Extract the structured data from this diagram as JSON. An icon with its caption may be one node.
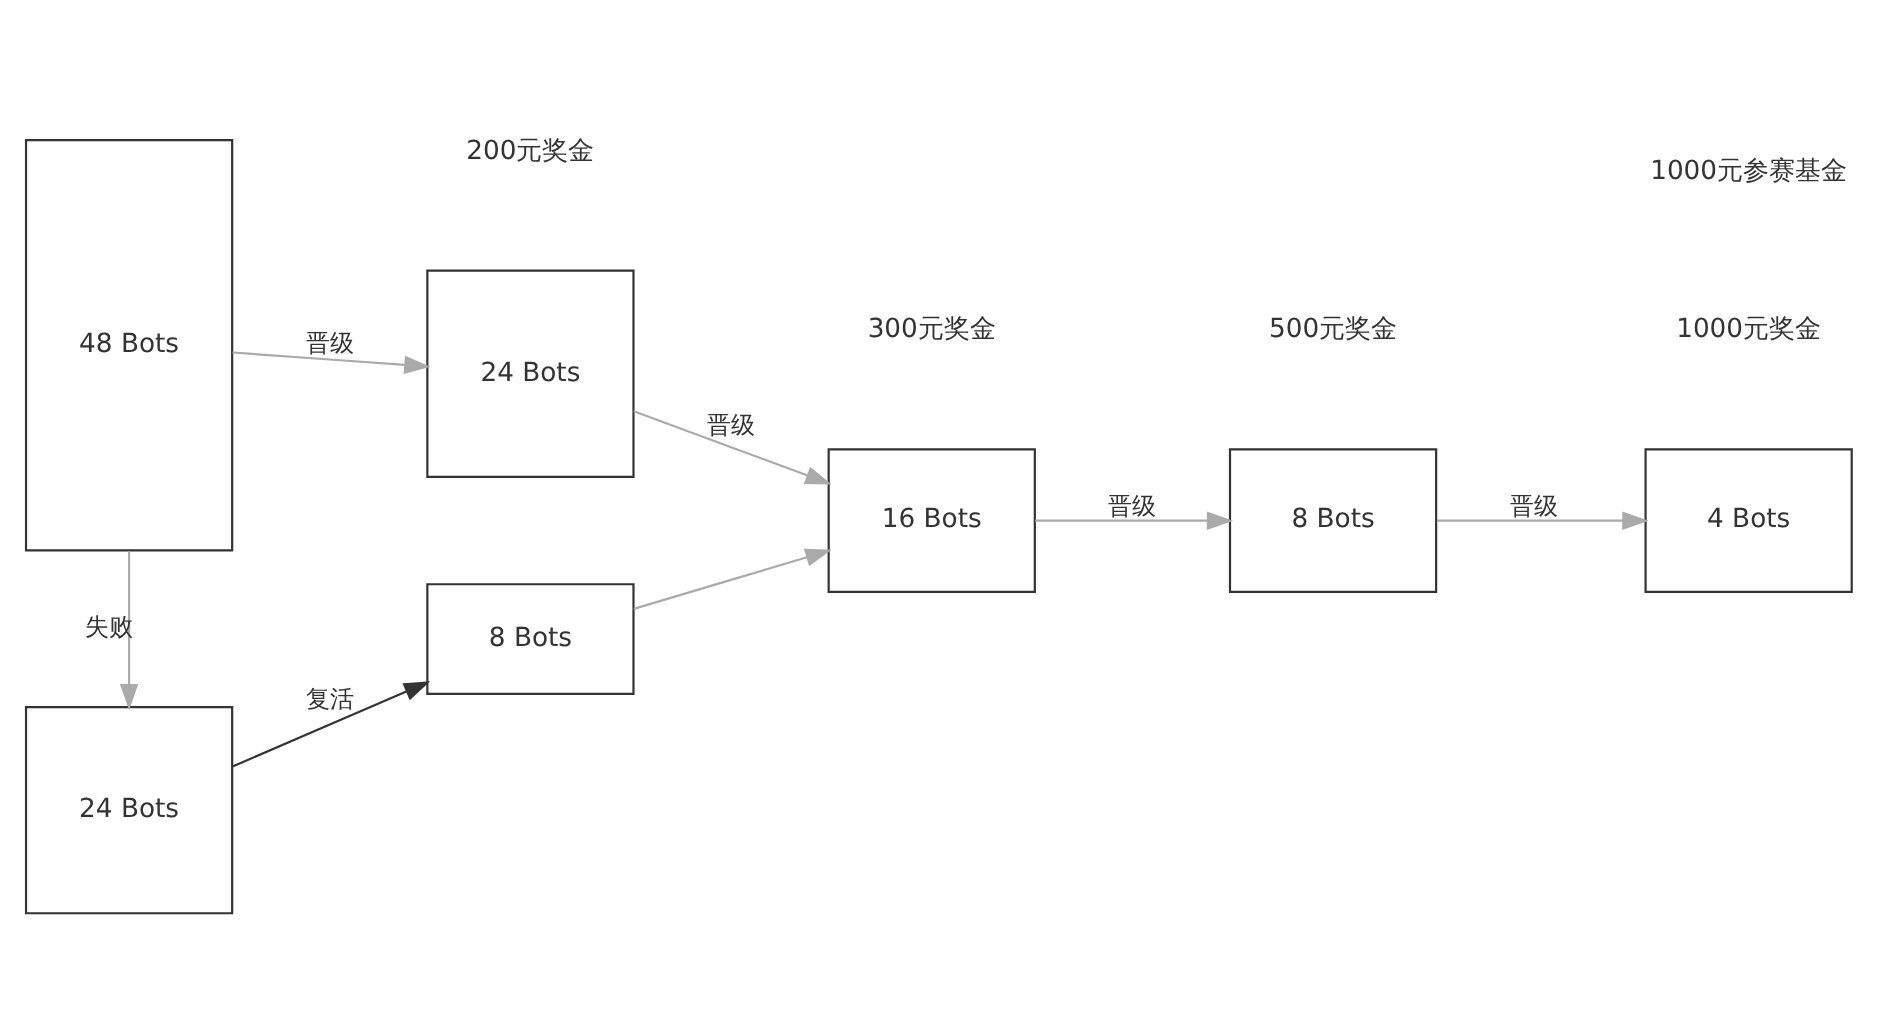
{
  "diagram": {
    "nodes": [
      {
        "text": [
          "48 Bots"
        ]
      },
      {
        "text": [
          "24 Bots"
        ]
      },
      {
        "text": [
          "24 Bots"
        ]
      },
      {
        "text": [
          "8 Bots"
        ]
      },
      {
        "text": [
          "16 Bots"
        ]
      },
      {
        "text": [
          "8 Bots"
        ]
      },
      {
        "text": [
          "4 Bots"
        ]
      }
    ],
    "edges": [
      {
        "from": 0,
        "to": 2,
        "arrow": "to",
        "label": "晋级"
      },
      {
        "from": 0,
        "to": 1,
        "arrow": "to",
        "label": "失败"
      },
      {
        "from": 1,
        "to": 3,
        "arrow": "to",
        "label": "复活",
        "color": "#333333"
      },
      {
        "from": 2,
        "to": 4,
        "arrow": "to",
        "label": "晋级"
      },
      {
        "from": 3,
        "to": 4,
        "arrow": "to"
      },
      {
        "from": 4,
        "to": 5,
        "arrow": "to",
        "label": "晋级"
      },
      {
        "from": 5,
        "to": 6,
        "arrow": "to",
        "label": "晋级"
      }
    ],
    "labels": [
      "200元奖金",
      "300元奖金",
      "500元奖金",
      "1000元奖金",
      "1000元参赛基金"
    ]
  }
}
